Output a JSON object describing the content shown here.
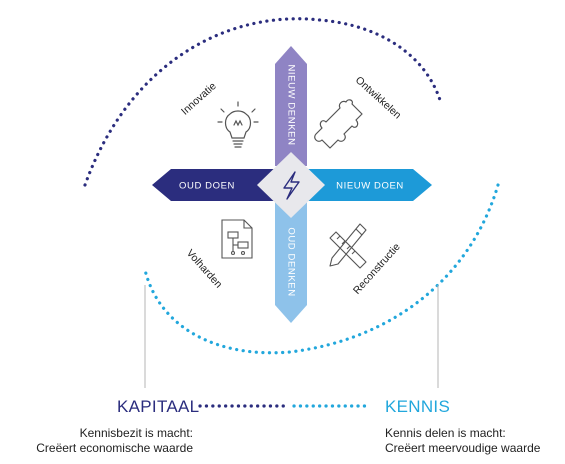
{
  "center": {
    "top_label": "NIEUW DENKEN",
    "bottom_label": "OUD DENKEN",
    "left_label": "OUD DOEN",
    "right_label": "NIEUW DOEN",
    "center_icon": "lightning-bolt-icon"
  },
  "quadrants": {
    "top_left": {
      "label": "Innovatie",
      "icon": "lightbulb-icon"
    },
    "top_right": {
      "label": "Ontwikkelen",
      "icon": "puzzle-piece-icon"
    },
    "bottom_left": {
      "label": "Volharden",
      "icon": "flowchart-document-icon"
    },
    "bottom_right": {
      "label": "Reconstructie",
      "icon": "ruler-pencil-icon"
    }
  },
  "legend": {
    "left": {
      "title": "KAPITAAL",
      "line1": "Kennisbezit is macht:",
      "line2": "Creëert economische waarde"
    },
    "right": {
      "title": "KENNIS",
      "line1": "Kennis delen is macht:",
      "line2": "Creëert meervoudige waarde"
    }
  },
  "colors": {
    "dark_navy": "#2b2d7e",
    "light_cyan": "#22a7dc",
    "purple": "#8f84c4",
    "light_blue": "#8ec2ea",
    "blue": "#1d9ad8",
    "center_diamond": "#e8e8ec",
    "grey_line": "#b5b5b5"
  }
}
